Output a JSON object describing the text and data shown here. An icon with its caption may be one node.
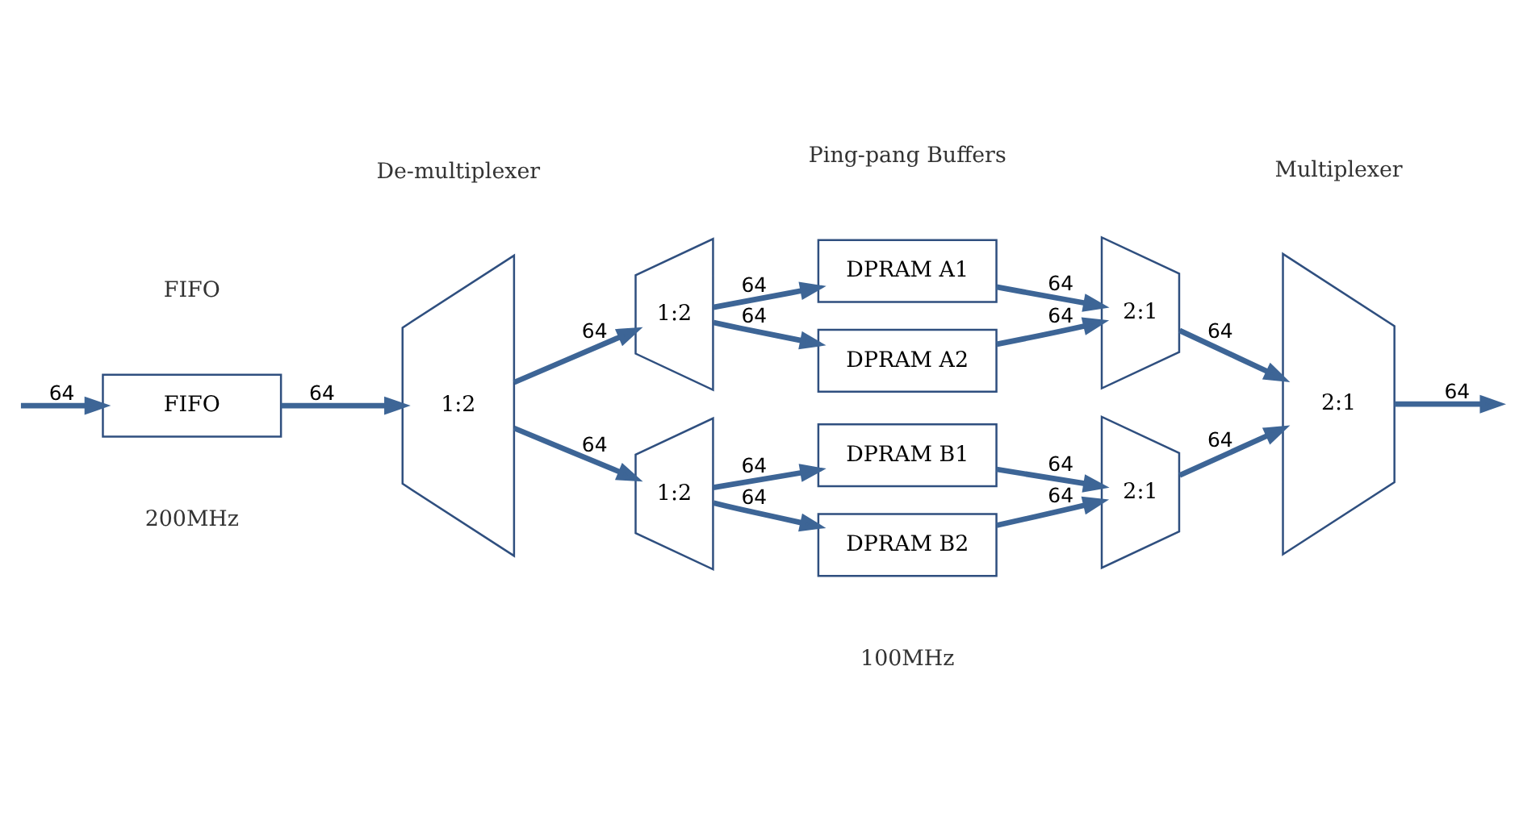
{
  "diagram": {
    "nodes": [
      {
        "text": [
          "FIFO"
        ]
      },
      {
        "text": [
          "1:2"
        ]
      },
      {
        "text": [
          "1:2"
        ]
      },
      {
        "text": [
          "1:2"
        ]
      },
      {
        "text": [
          "DPRAM A1"
        ]
      },
      {
        "text": [
          "DPRAM A2"
        ]
      },
      {
        "text": [
          "DPRAM B1"
        ]
      },
      {
        "text": [
          "DPRAM B2"
        ]
      },
      {
        "text": [
          "2:1"
        ]
      },
      {
        "text": [
          "2:1"
        ]
      },
      {
        "text": [
          "2:1"
        ]
      }
    ],
    "edges": [
      {
        "from": null,
        "to": 0,
        "arrow": "to",
        "label": "64"
      },
      {
        "from": 0,
        "to": 1,
        "arrow": "to",
        "label": "64"
      },
      {
        "from": 1,
        "to": 2,
        "arrow": "to",
        "label": "64"
      },
      {
        "from": 1,
        "to": 3,
        "arrow": "to",
        "label": "64"
      },
      {
        "from": 2,
        "to": 4,
        "arrow": "to",
        "label": "64"
      },
      {
        "from": 2,
        "to": 5,
        "arrow": "to",
        "label": "64"
      },
      {
        "from": 3,
        "to": 6,
        "arrow": "to",
        "label": "64"
      },
      {
        "from": 3,
        "to": 7,
        "arrow": "to",
        "label": "64"
      },
      {
        "from": 4,
        "to": 8,
        "arrow": "to",
        "label": "64"
      },
      {
        "from": 5,
        "to": 8,
        "arrow": "to",
        "label": "64"
      },
      {
        "from": 6,
        "to": 9,
        "arrow": "to",
        "label": "64"
      },
      {
        "from": 7,
        "to": 9,
        "arrow": "to",
        "label": "64"
      },
      {
        "from": 8,
        "to": 10,
        "arrow": "to",
        "label": "64"
      },
      {
        "from": 9,
        "to": 10,
        "arrow": "to",
        "label": "64"
      },
      {
        "from": 10,
        "to": null,
        "arrow": "to",
        "label": "64"
      }
    ],
    "labels": [
      "FIFO",
      "De-multiplexer",
      "Ping-pang Buffers",
      "Multiplexer",
      "200MHz",
      "100MHz"
    ]
  }
}
